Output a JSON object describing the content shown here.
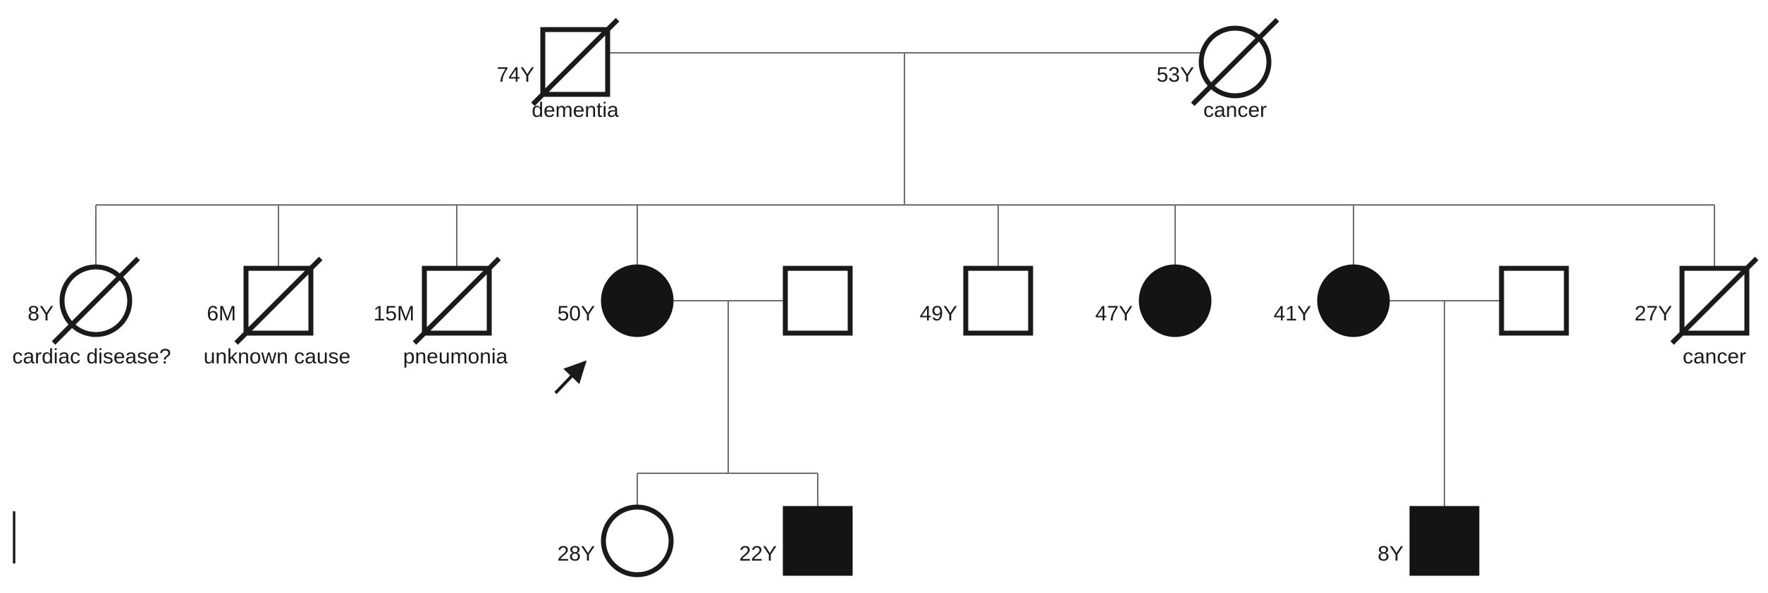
{
  "diagram": {
    "type": "pedigree-chart",
    "background_color": "#ffffff",
    "symbol_color": "#1a1a1a",
    "connector_color": "#6e6e6e"
  },
  "pedigree": {
    "generation_1": {
      "father": {
        "age": "74Y",
        "cause_of_death": "dementia",
        "sex": "male",
        "deceased": true,
        "affected": false
      },
      "mother": {
        "age": "53Y",
        "cause_of_death": "cancer",
        "sex": "female",
        "deceased": true,
        "affected": false
      }
    },
    "generation_2": {
      "sibling_1": {
        "age": "8Y",
        "cause_of_death": "cardiac disease?",
        "sex": "female",
        "deceased": true,
        "affected": false
      },
      "sibling_2": {
        "age": "6M",
        "cause_of_death": "unknown cause",
        "sex": "male",
        "deceased": true,
        "affected": false
      },
      "sibling_3": {
        "age": "15M",
        "cause_of_death": "pneumonia",
        "sex": "male",
        "deceased": true,
        "affected": false
      },
      "sibling_4": {
        "age": "50Y",
        "sex": "female",
        "deceased": false,
        "affected": true,
        "proband": true
      },
      "sibling_4_partner": {
        "sex": "male",
        "deceased": false,
        "affected": false
      },
      "sibling_5": {
        "age": "49Y",
        "sex": "male",
        "deceased": false,
        "affected": false
      },
      "sibling_6": {
        "age": "47Y",
        "sex": "female",
        "deceased": false,
        "affected": true
      },
      "sibling_7": {
        "age": "41Y",
        "sex": "female",
        "deceased": false,
        "affected": true
      },
      "sibling_7_partner": {
        "sex": "male",
        "deceased": false,
        "affected": false
      },
      "sibling_8": {
        "age": "27Y",
        "cause_of_death": "cancer",
        "sex": "male",
        "deceased": true,
        "affected": false
      }
    },
    "generation_3": {
      "child_of_sibling_4_first": {
        "age": "28Y",
        "sex": "female",
        "deceased": false,
        "affected": false
      },
      "child_of_sibling_4_second": {
        "age": "22Y",
        "sex": "male",
        "deceased": false,
        "affected": true
      },
      "child_of_sibling_7_first": {
        "age": "8Y",
        "sex": "male",
        "deceased": false,
        "affected": true
      }
    }
  }
}
